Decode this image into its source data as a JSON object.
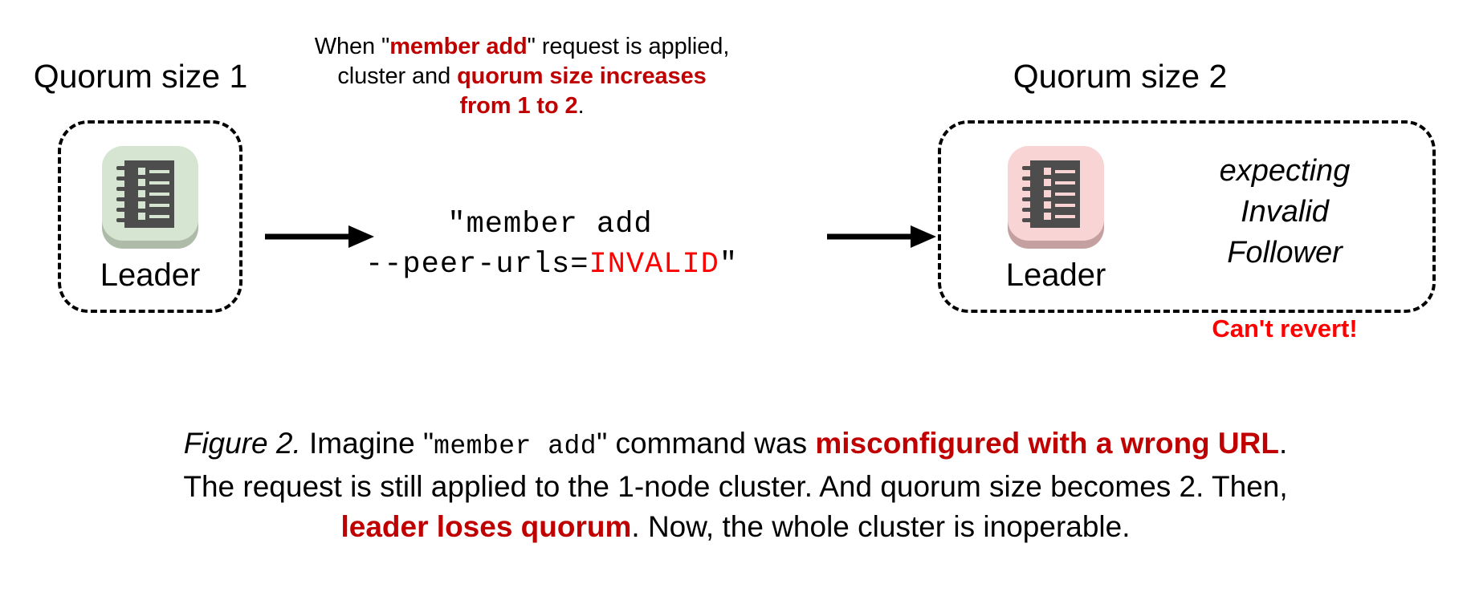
{
  "figure": {
    "type": "diagram",
    "background": "#FFFFFF",
    "accent_dark_red": "#C00000",
    "accent_bright_red": "#FF0000"
  },
  "left_cluster": {
    "title": "Quorum size 1",
    "node": {
      "label": "Leader",
      "icon": "server-node-icon",
      "tile_color": "#D5E5D1",
      "shadow_color": "#AEBBA8",
      "glyph_color": "#4D4D4D"
    }
  },
  "right_cluster": {
    "title": "Quorum size 2",
    "node": {
      "label": "Leader",
      "icon": "server-node-icon",
      "tile_color": "#F8D4D4",
      "shadow_color": "#C4A0A0",
      "glyph_color": "#4D4D4D"
    },
    "expecting": {
      "line1": "expecting",
      "line2": "Invalid",
      "line3": "Follower"
    },
    "warning": "Can't revert!"
  },
  "top_note": {
    "line1_a": "When \"",
    "line1_b": "member add",
    "line1_c": "\" request is applied,",
    "line2_a": "cluster and ",
    "line2_b": "quorum size increases",
    "line3_a": "from 1 to 2",
    "line3_b": "."
  },
  "command": {
    "line1": "\"member add",
    "line2_a": "--peer-urls=",
    "line2_b": "INVALID",
    "line2_c": "\""
  },
  "arrows": {
    "left_arrow": "arrow-right-icon",
    "right_arrow": "arrow-right-icon"
  },
  "caption": {
    "line1_a": "Figure 2.",
    "line1_b": " Imagine \"",
    "line1_c": "member add",
    "line1_d": "\" command was ",
    "line1_e": "misconfigured with a wrong URL",
    "line1_f": ".",
    "line2": "The request is still applied to the 1-node cluster. And quorum size becomes 2. Then,",
    "line3_a": "leader loses quorum",
    "line3_b": ". Now, the whole cluster is inoperable."
  }
}
